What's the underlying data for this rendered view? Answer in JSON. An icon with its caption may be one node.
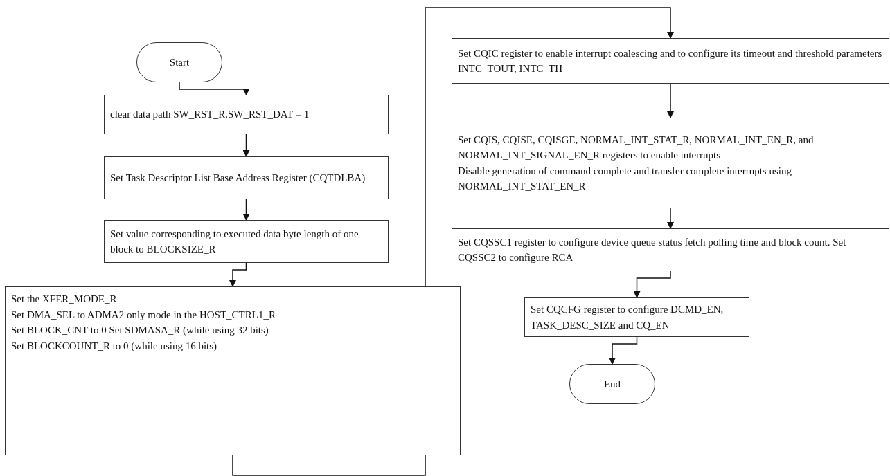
{
  "diagram": {
    "nodes": [
      {
        "text": [
          "Start"
        ]
      },
      {
        "text": [
          "clear data path SW_RST_R.SW_RST_DAT = 1"
        ]
      },
      {
        "text": [
          "Set Task Descriptor List Base Address Register (CQTDLBA)"
        ]
      },
      {
        "text": [
          "Set value corresponding to executed data byte length of one block to BLOCKSIZE_R"
        ]
      },
      {
        "text": [
          "Set the XFER_MODE_R",
          "Set DMA_SEL to ADMA2 only mode in the HOST_CTRL1_R",
          "Set BLOCK_CNT to 0 Set SDMASA_R (while using 32 bits)",
          "Set BLOCKCOUNT_R to 0 (while using 16 bits)"
        ]
      },
      {
        "text": [
          "Set CQIC register to enable interrupt coalescing and to configure its timeout and threshold parameters INTC_TOUT, INTC_TH"
        ]
      },
      {
        "text": [
          "Set CQIS, CQISE, CQISGE, NORMAL_INT_STAT_R, NORMAL_INT_EN_R, and NORMAL_INT_SIGNAL_EN_R registers to enable interrupts",
          "Disable generation of command complete and transfer complete interrupts using NORMAL_INT_STAT_EN_R"
        ]
      },
      {
        "text": [
          "Set CQSSC1 register to configure device queue status fetch polling time and block count. Set CQSSC2 to configure RCA"
        ]
      },
      {
        "text": [
          "Set CQCFG register to configure DCMD_EN, TASK_DESC_SIZE and CQ_EN"
        ]
      },
      {
        "text": [
          "End"
        ]
      }
    ],
    "edges": [
      {
        "from": 0,
        "to": 1,
        "arrow": "to"
      },
      {
        "from": 1,
        "to": 2,
        "arrow": "to"
      },
      {
        "from": 2,
        "to": 3,
        "arrow": "to"
      },
      {
        "from": 3,
        "to": 4,
        "arrow": "to"
      },
      {
        "from": 4,
        "to": 5,
        "arrow": "to"
      },
      {
        "from": 5,
        "to": 6,
        "arrow": "to"
      },
      {
        "from": 6,
        "to": 7,
        "arrow": "to"
      },
      {
        "from": 7,
        "to": 8,
        "arrow": "to"
      },
      {
        "from": 8,
        "to": 9,
        "arrow": "to"
      }
    ]
  }
}
